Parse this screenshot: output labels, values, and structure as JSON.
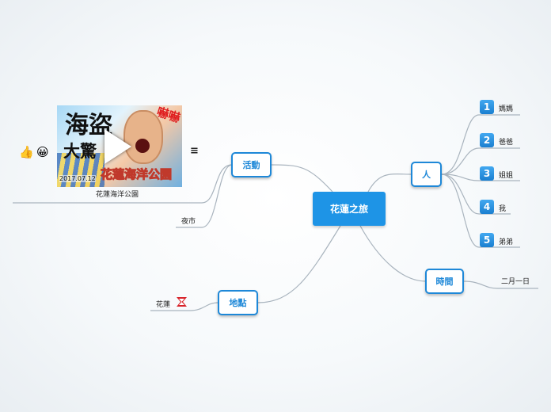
{
  "central": {
    "label": "花蓮之旅"
  },
  "branches": {
    "people": {
      "label": "人",
      "items": [
        {
          "num": "1",
          "label": "媽媽"
        },
        {
          "num": "2",
          "label": "爸爸"
        },
        {
          "num": "3",
          "label": "姐姐"
        },
        {
          "num": "4",
          "label": "我"
        },
        {
          "num": "5",
          "label": "弟弟"
        }
      ]
    },
    "time": {
      "label": "時間",
      "items": [
        {
          "label": "二月一日"
        }
      ]
    },
    "activity": {
      "label": "活動",
      "items": [
        {
          "label": "花蓮海洋公園"
        },
        {
          "label": "夜市"
        }
      ]
    },
    "place": {
      "label": "地點",
      "items": [
        {
          "label": "花蓮"
        }
      ]
    }
  },
  "video": {
    "title_big": "海盜",
    "title_mid": "大驚",
    "tag": "嚇嚇",
    "banner": "花蓮海洋公園",
    "date": "2017.07.12"
  },
  "icons": {
    "thumb": "👍",
    "smile": "😀",
    "menu": "≡",
    "numbers": "number-badge-icon",
    "pin": "flag-marker-icon"
  },
  "colors": {
    "accent": "#1e88d8",
    "central_fill": "#1e94e6",
    "line": "#a9b4be"
  }
}
